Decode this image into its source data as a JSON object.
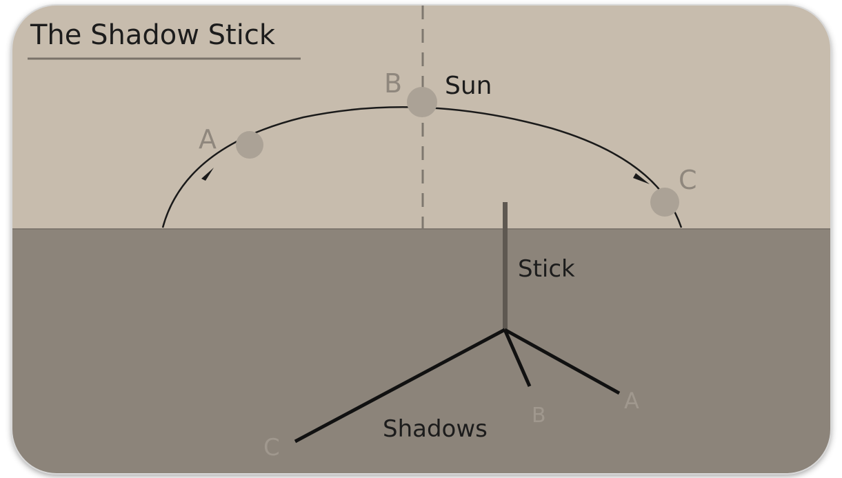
{
  "title": "The Shadow Stick",
  "sun_label": "Sun",
  "positions": {
    "a": "A",
    "b": "B",
    "c": "C"
  },
  "stick_label": "Stick",
  "shadows_label": "Shadows",
  "shadow_tip_labels": {
    "a": "A",
    "b": "B",
    "c": "C"
  },
  "colors": {
    "sky": "#c7bcad",
    "ground": "#8c847a",
    "sun": "#aba296",
    "sun_label_letters": "#8f877d",
    "shadow_tip_letters": "#a0988e",
    "text": "#1c1c1c",
    "lines": "#111111",
    "stick": "#5e5851"
  },
  "icons": {
    "sun_marker": "sun-circle-icon",
    "path_arrow": "arrow-head-icon"
  }
}
